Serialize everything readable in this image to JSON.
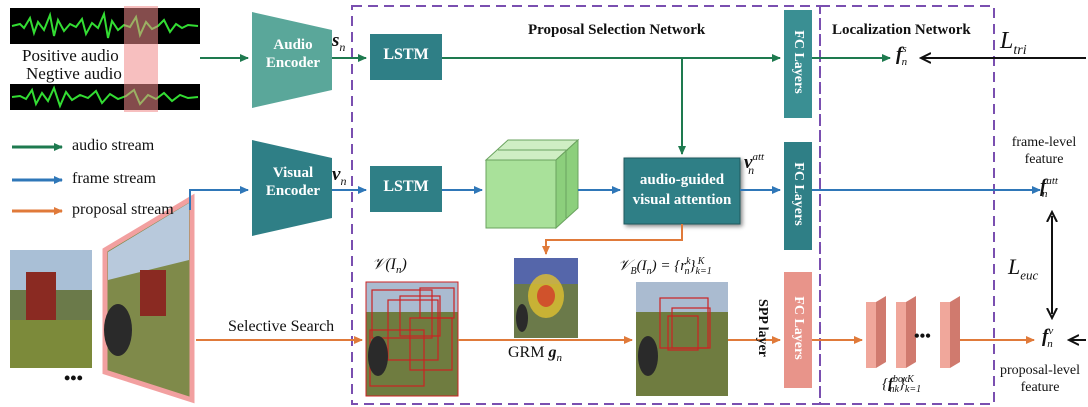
{
  "audio": {
    "positive": "Positive audio",
    "negative": "Negtive audio"
  },
  "legend": [
    {
      "label": "audio stream",
      "color": "#1e7a4f"
    },
    {
      "label": "frame stream",
      "color": "#2f77b8"
    },
    {
      "label": "proposal stream",
      "color": "#e07a3a"
    }
  ],
  "encoders": {
    "audio": "Audio Encoder",
    "visual": "Visual Encoder"
  },
  "symbols": {
    "s_n": "sn",
    "v_n": "vn",
    "v_att": "vnatt",
    "f_s": "fns",
    "f_att": "fnatt",
    "f_v": "fnv",
    "L_tri": "Ltri",
    "L_euc": "Leuc",
    "V_In": "𝒱(In)",
    "VB_In": "𝒱B(In) = {rnk}k=1K",
    "grm": "GRM gn",
    "f_box": "{fnkbox}k=1K"
  },
  "boxes": {
    "lstm_top": "LSTM",
    "lstm_mid": "LSTM",
    "attention": "audio-guided visual attention",
    "fc_top": "FC Layers",
    "fc_mid": "FC Layers",
    "fc_bot": "FC Layers"
  },
  "headings": {
    "psn": "Proposal Selection Network",
    "loc": "Localization Network"
  },
  "labels": {
    "selective_search": "Selective Search",
    "spp": "SPP layer",
    "frame_level": "frame-level feature",
    "proposal_level": "proposal-level feature",
    "dots_left": "•••",
    "dots_right": "•••"
  },
  "colors": {
    "encoder": "#5aa79a",
    "lstm": "#2f7f86",
    "attention": "#2f7f86",
    "fc": "#3a8f93",
    "fc_bottom": "#e8948a",
    "dashed": "#7a4fb0",
    "audio_arrow": "#1e7a4f",
    "frame_arrow": "#2f77b8",
    "proposal_arrow": "#e07a3a",
    "green_block": "#a9e19a",
    "spp_block": "#f0a79b"
  }
}
